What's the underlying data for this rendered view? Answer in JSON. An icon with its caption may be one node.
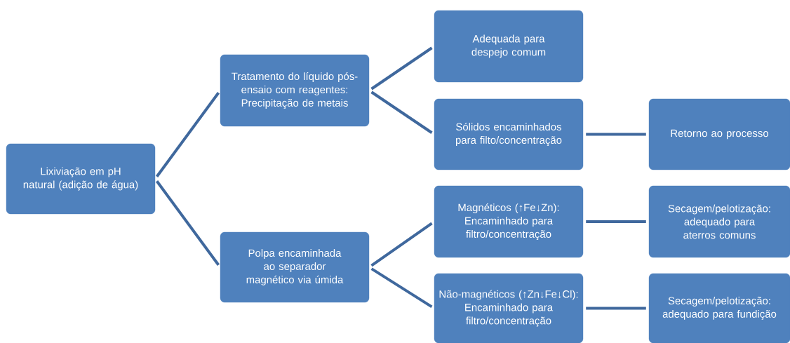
{
  "diagram": {
    "nodes": [
      {
        "text": [
          "Lixiviação em pH natural (adição de água)"
        ]
      },
      {
        "text": [
          "Tratamento do líquido pós-ensaio com reagentes: Precipitação de metais"
        ]
      },
      {
        "text": [
          "Polpa encaminhada ao separador magnético via úmida"
        ]
      },
      {
        "text": [
          "Adequada para despejo comum"
        ]
      },
      {
        "text": [
          "Sólidos encaminhados para filto/concentração"
        ]
      },
      {
        "text": [
          "Retorno ao processo"
        ]
      },
      {
        "text": [
          "Magnéticos (↑Fe↓Zn): Encaminhado para filtro/concentração"
        ]
      },
      {
        "text": [
          "Secagem/pelotização: adequado para aterros comuns"
        ]
      },
      {
        "text": [
          "Não-magnéticos (↑Zn↓Fe↓Cl): Encaminhado para filtro/concentração"
        ]
      },
      {
        "text": [
          "Secagem/pelotização: adequado para fundição"
        ]
      }
    ],
    "edges": [
      {
        "from": 0,
        "to": 1,
        "arrow": "none"
      },
      {
        "from": 0,
        "to": 2,
        "arrow": "none"
      },
      {
        "from": 1,
        "to": 3,
        "arrow": "none"
      },
      {
        "from": 1,
        "to": 4,
        "arrow": "none"
      },
      {
        "from": 4,
        "to": 5,
        "arrow": "none"
      },
      {
        "from": 2,
        "to": 6,
        "arrow": "none"
      },
      {
        "from": 2,
        "to": 8,
        "arrow": "none"
      },
      {
        "from": 6,
        "to": 7,
        "arrow": "none"
      },
      {
        "from": 8,
        "to": 9,
        "arrow": "none"
      }
    ]
  }
}
